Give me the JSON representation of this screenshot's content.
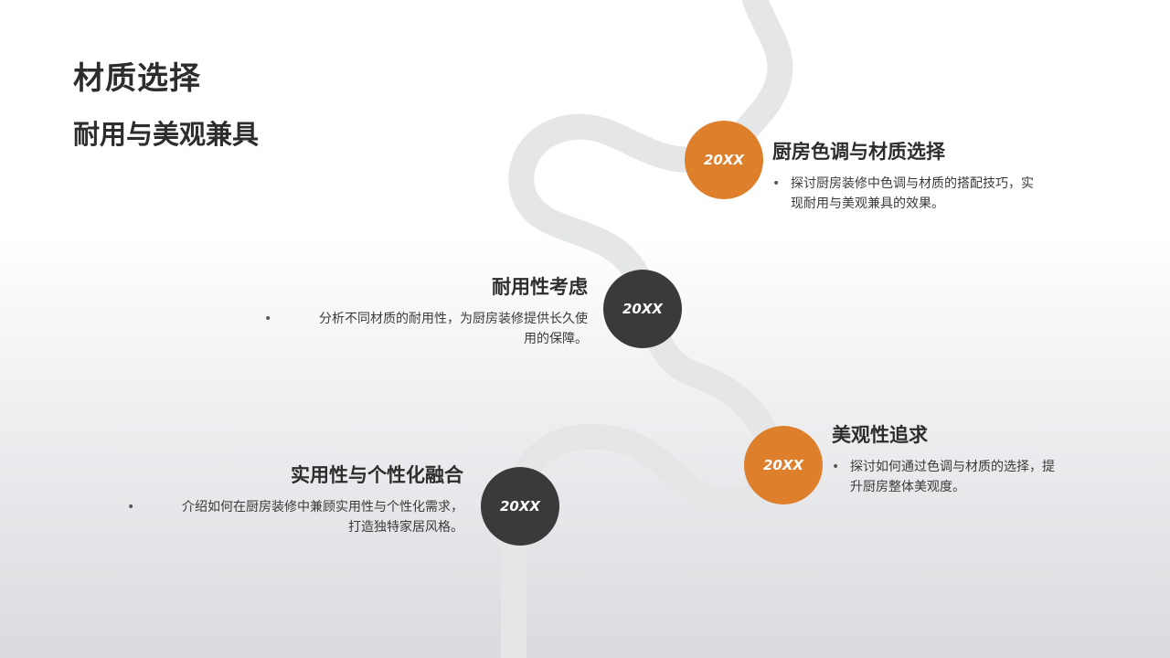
{
  "header": {
    "title": "材质选择",
    "subtitle": "耐用与美观兼具"
  },
  "colors": {
    "accent_orange": "#de7f2c",
    "dark_circle": "#383a3c",
    "path_gray": "#e5e6e7"
  },
  "timeline": [
    {
      "badge": "20XX",
      "heading": "厨房色调与材质选择",
      "line1": "探讨厨房装修中色调与材质的搭配技巧，实",
      "line2": "现耐用与美观兼具的效果。",
      "bullet": "•"
    },
    {
      "badge": "20XX",
      "heading": "耐用性考虑",
      "line1": "分析不同材质的耐用性，为厨房装修提供长久使",
      "line2": "用的保障。",
      "bullet": "•"
    },
    {
      "badge": "20XX",
      "heading": "美观性追求",
      "line1": "探讨如何通过色调与材质的选择，提",
      "line2": "升厨房整体美观度。",
      "bullet": "•"
    },
    {
      "badge": "20XX",
      "heading": "实用性与个性化融合",
      "line1": "介绍如何在厨房装修中兼顾实用性与个性化需求，",
      "line2": "打造独特家居风格。",
      "bullet": "•"
    }
  ]
}
